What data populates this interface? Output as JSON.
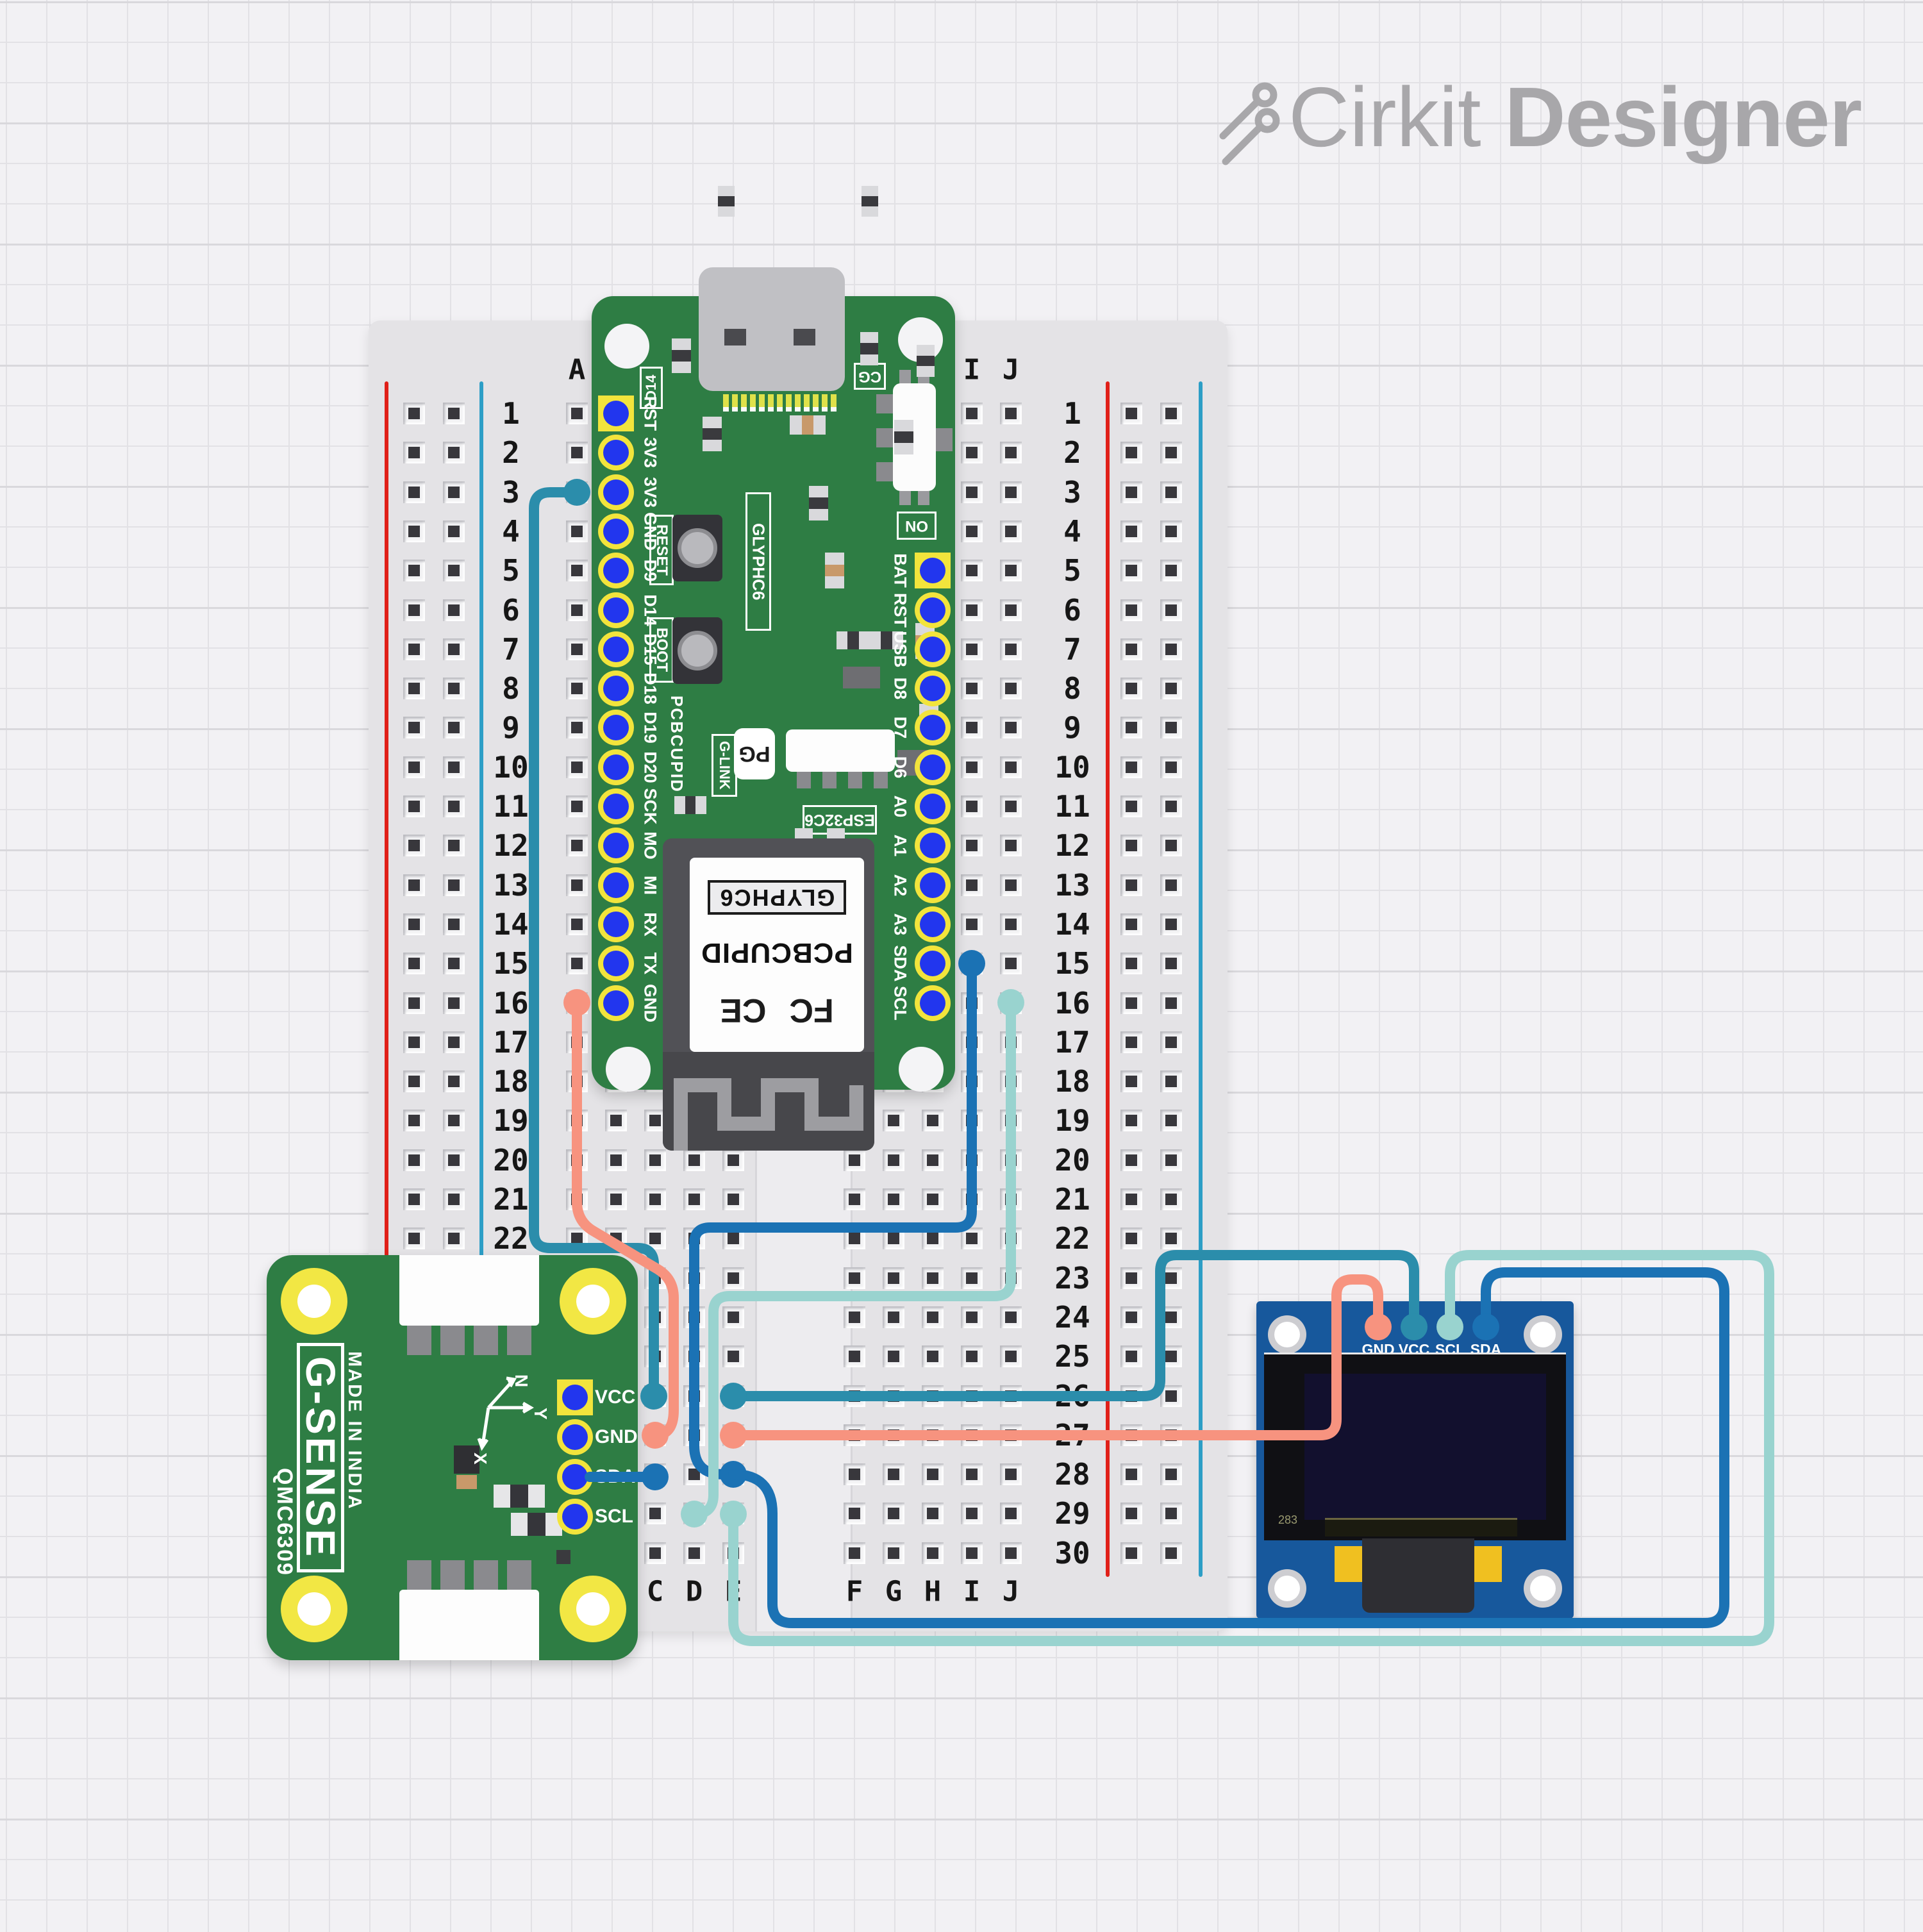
{
  "logo": {
    "brand": "Cirkit",
    "product": "Designer",
    "color": "#a8a7aa"
  },
  "breadboard": {
    "rows": 30,
    "top_letters": [
      "A",
      "I",
      "J"
    ],
    "bottom_letters": [
      "C",
      "D",
      "E",
      "F",
      "G",
      "H",
      "I",
      "J"
    ],
    "rail_red": "#e02019",
    "rail_blue": "#2d9ec6"
  },
  "esp32": {
    "left_pins": [
      {
        "label": "RST",
        "square": true
      },
      {
        "label": "3V3"
      },
      {
        "label": "3V3"
      },
      {
        "label": "GND"
      },
      {
        "label": "D9"
      },
      {
        "label": "D14"
      },
      {
        "label": "D15"
      },
      {
        "label": "D18"
      },
      {
        "label": "D19"
      },
      {
        "label": "D20"
      },
      {
        "label": "SCK"
      },
      {
        "label": "MO"
      },
      {
        "label": "MI"
      },
      {
        "label": "RX"
      },
      {
        "label": "TX"
      },
      {
        "label": "GND"
      }
    ],
    "right_pins": [
      {
        "label": "BAT",
        "square": true
      },
      {
        "label": "RST"
      },
      {
        "label": "USB"
      },
      {
        "label": "D8"
      },
      {
        "label": "D7"
      },
      {
        "label": "D6"
      },
      {
        "label": "A0"
      },
      {
        "label": "A1"
      },
      {
        "label": "A2"
      },
      {
        "label": "A3"
      },
      {
        "label": "SDA"
      },
      {
        "label": "SCL"
      }
    ],
    "silk": {
      "d14": "D14",
      "cg": "CG",
      "on": "ON",
      "reset": "RESET",
      "boot": "BOOT",
      "glyphc6": "GLYPHC6",
      "esp32c6": "ESP32C6",
      "pcbcupid": "PCBCUPID",
      "glink": "G-LINK",
      "pg_logo": "PG"
    },
    "sticker": {
      "model": "GLYPHC6",
      "brand": "PCBCUPID",
      "fcc": "FC",
      "ce": "CE"
    }
  },
  "gsense": {
    "title": "G-SENSE",
    "subtitle": "MADE IN INDIA",
    "part": "QMC6309",
    "pins": [
      "VCC",
      "GND",
      "SDA",
      "SCL"
    ],
    "axis": {
      "n": "N",
      "y": "Y",
      "x": "X"
    }
  },
  "oled": {
    "pin_labels": [
      "GND",
      "VCC",
      "SCL",
      "SDA"
    ],
    "marking": "283"
  },
  "wires": [
    {
      "name": "wire-3v3-to-sensor-col",
      "color": "#2b8dab",
      "from": "ESP32 3V3 (A3)",
      "to": "C26"
    },
    {
      "name": "wire-vcc-to-oled",
      "color": "#2b8dab",
      "from": "E26",
      "to": "OLED VCC"
    },
    {
      "name": "wire-gnd-to-sensor-col",
      "color": "#f7937f",
      "from": "ESP32 GND (A16)",
      "to": "C27"
    },
    {
      "name": "wire-gnd-to-oled",
      "color": "#f7937f",
      "from": "E27",
      "to": "OLED GND"
    },
    {
      "name": "wire-sda-from-esp",
      "color": "#1b72b4",
      "from": "ESP32 SDA (I15)",
      "to": "E28"
    },
    {
      "name": "wire-sda-to-oled",
      "color": "#1b72b4",
      "from": "E28",
      "to": "OLED SDA"
    },
    {
      "name": "wire-sda-sensor",
      "color": "#1b72b4",
      "from": "G-SENSE SDA",
      "to": "C28"
    },
    {
      "name": "wire-scl-from-esp",
      "color": "#99d3cf",
      "from": "ESP32 SCL (J16)",
      "to": "D29"
    },
    {
      "name": "wire-scl-to-oled",
      "color": "#99d3cf",
      "from": "E29",
      "to": "OLED SCL"
    }
  ]
}
